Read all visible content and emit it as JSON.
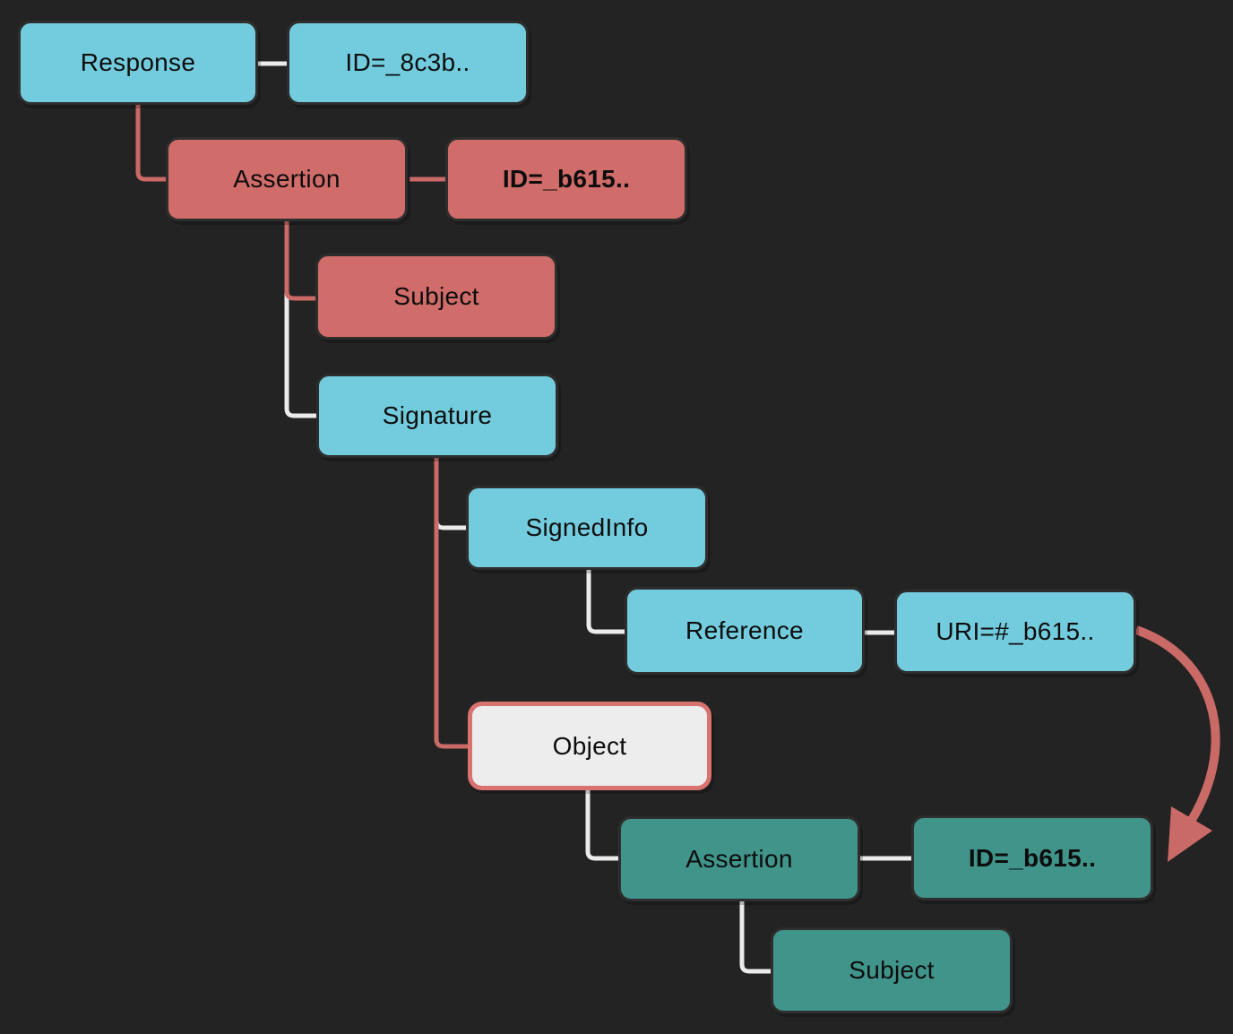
{
  "palette": {
    "bg": "#232323",
    "cyan": "#73ccde",
    "red": "#d06c69",
    "teal": "#40948a",
    "light": "#ededed",
    "object-border": "#d8736f",
    "line-white": "#ebebeb",
    "line-red": "#ca6a67",
    "text": "#0d0d0d"
  },
  "nodes": {
    "response": {
      "label": "Response"
    },
    "response_id": {
      "label": "ID=_8c3b.."
    },
    "assertion_outer": {
      "label": "Assertion"
    },
    "assertion_outer_id": {
      "label": "ID=_b615.."
    },
    "subject_outer": {
      "label": "Subject"
    },
    "signature": {
      "label": "Signature"
    },
    "signedinfo": {
      "label": "SignedInfo"
    },
    "reference": {
      "label": "Reference"
    },
    "reference_uri": {
      "label": "URI=#_b615.."
    },
    "object": {
      "label": "Object"
    },
    "assertion_inner": {
      "label": "Assertion"
    },
    "assertion_inner_id": {
      "label": "ID=_b615.."
    },
    "subject_inner": {
      "label": "Subject"
    }
  }
}
